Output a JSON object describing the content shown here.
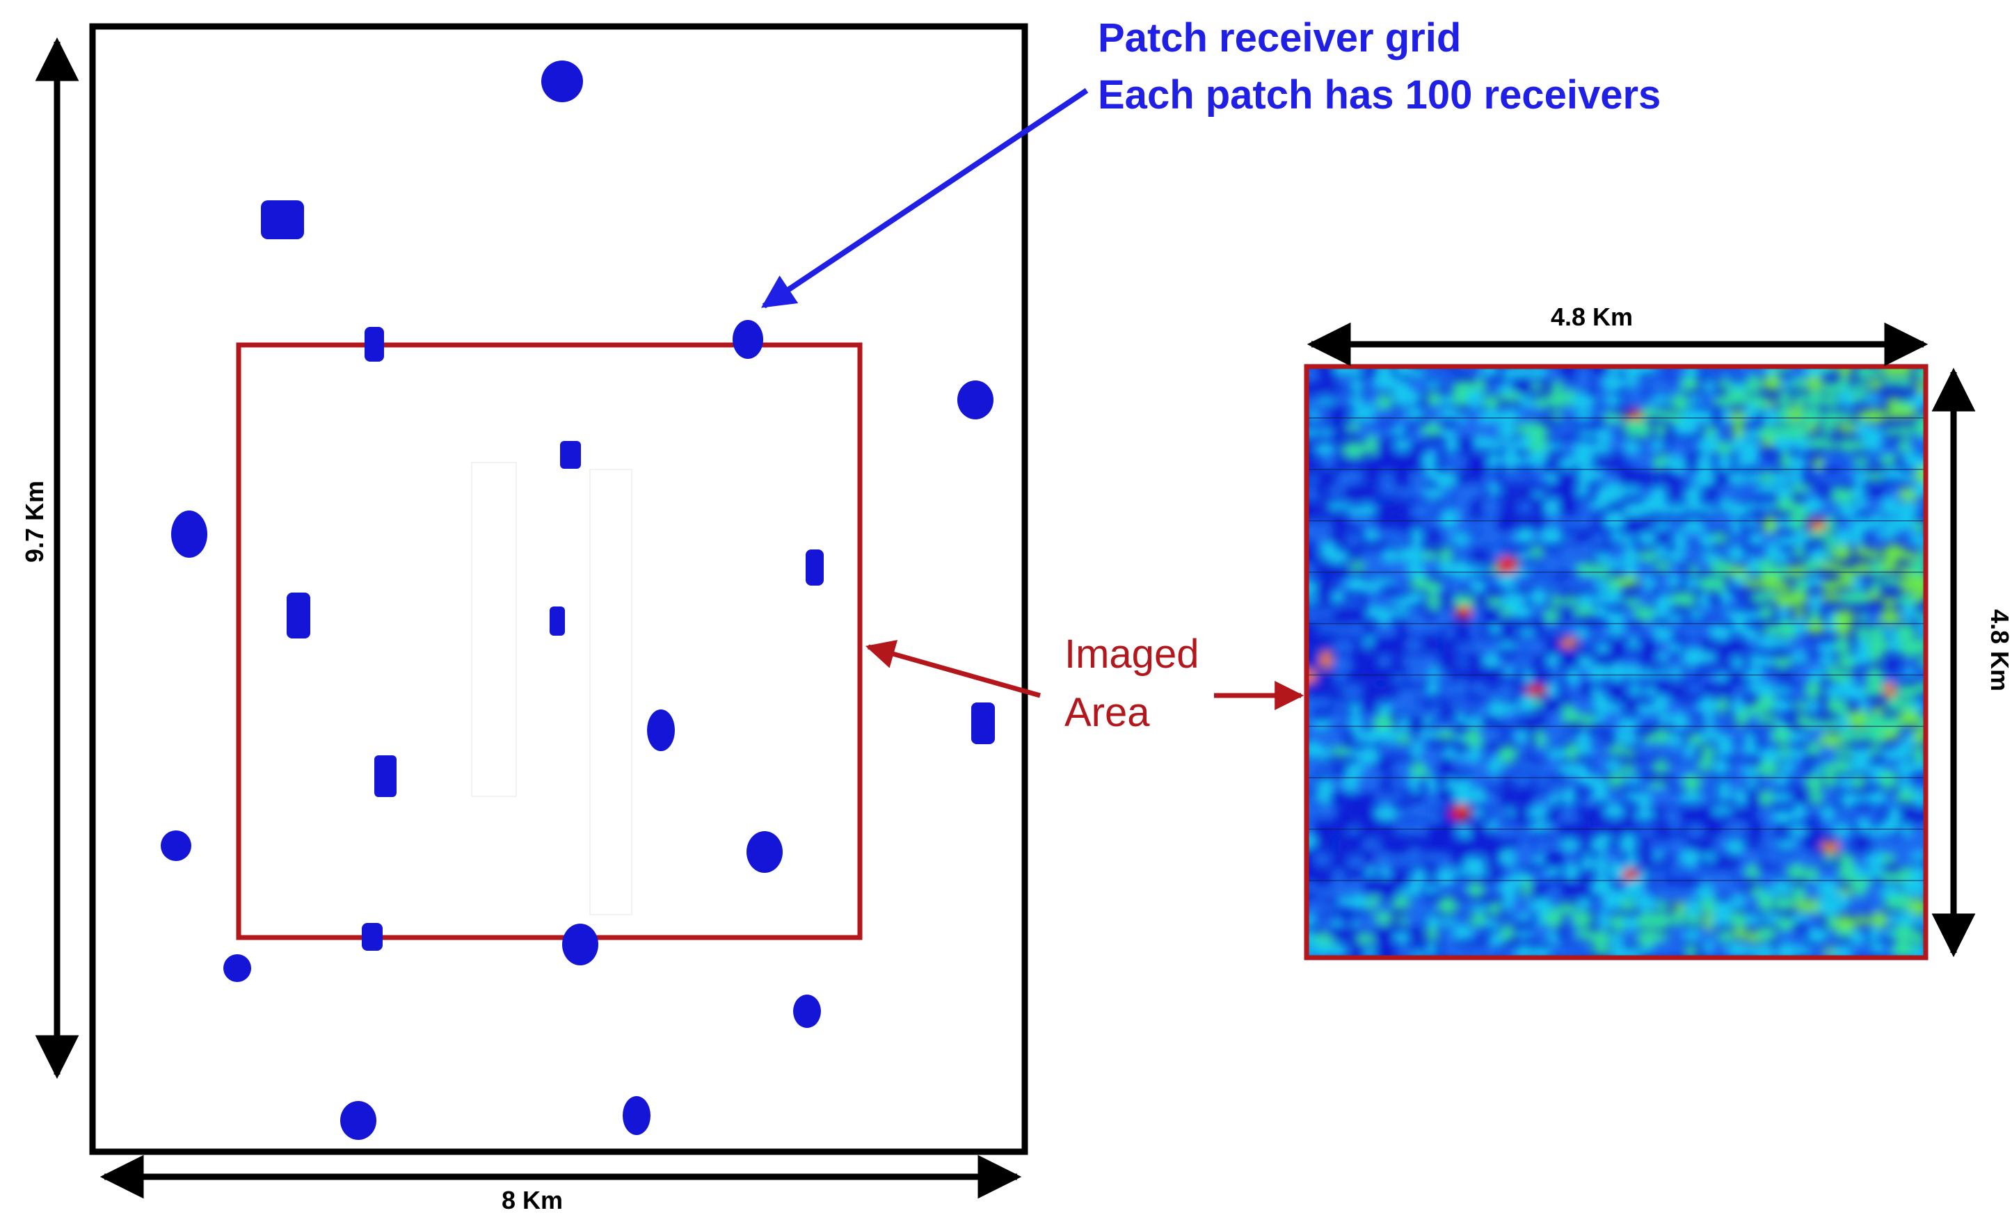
{
  "survey": {
    "width_label": "8 Km",
    "height_label": "9.7 Km",
    "patch_color": "#1515d8",
    "patches": [
      {
        "id": "p1",
        "shape": "round"
      },
      {
        "id": "p2",
        "shape": "rect"
      },
      {
        "id": "p3",
        "shape": "small"
      },
      {
        "id": "p4",
        "shape": "round"
      },
      {
        "id": "p5",
        "shape": "round"
      },
      {
        "id": "p6",
        "shape": "small"
      },
      {
        "id": "p7",
        "shape": "round"
      },
      {
        "id": "p8",
        "shape": "small"
      },
      {
        "id": "p9",
        "shape": "small"
      },
      {
        "id": "p10",
        "shape": "small"
      },
      {
        "id": "p11",
        "shape": "small"
      },
      {
        "id": "p12",
        "shape": "round"
      },
      {
        "id": "p13",
        "shape": "small"
      },
      {
        "id": "p14",
        "shape": "small"
      },
      {
        "id": "p15",
        "shape": "round"
      },
      {
        "id": "p16",
        "shape": "round"
      },
      {
        "id": "p17",
        "shape": "small"
      },
      {
        "id": "p18",
        "shape": "round"
      },
      {
        "id": "p19",
        "shape": "round"
      },
      {
        "id": "p20",
        "shape": "round"
      },
      {
        "id": "p21",
        "shape": "round"
      },
      {
        "id": "p22",
        "shape": "round"
      },
      {
        "id": "p23",
        "shape": "round"
      }
    ]
  },
  "callout": {
    "line1": "Patch receiver grid",
    "line2": "Each patch has 100 receivers",
    "color": "#1f1fe6"
  },
  "imaged_area": {
    "line1": "Imaged",
    "line2": "Area",
    "color": "#b3161b",
    "width_label": "4.8 Km",
    "height_label": "4.8 Km"
  },
  "colormap": [
    "#0a1fd6",
    "#1a6cf0",
    "#19c8f0",
    "#2fe0a0",
    "#6be84a",
    "#e8e63a",
    "#f07a20",
    "#e01a1a"
  ]
}
